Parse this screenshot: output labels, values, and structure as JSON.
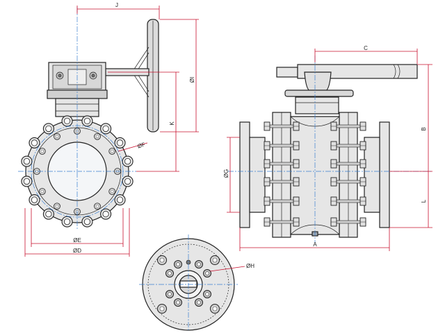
{
  "labels": {
    "J": "J",
    "I": "ØI",
    "K": "K",
    "F": "ØF",
    "E": "ØE",
    "D": "ØD",
    "C": "C",
    "B": "B",
    "G": "ØG",
    "L": "L",
    "A": "A",
    "H": "ØH"
  },
  "colors": {
    "outline": "#222222",
    "body_fill": "#e6e6e6",
    "bore_fill": "#f4f6f8",
    "dimension": "#c8102e",
    "centerline": "#3a7fd0"
  }
}
